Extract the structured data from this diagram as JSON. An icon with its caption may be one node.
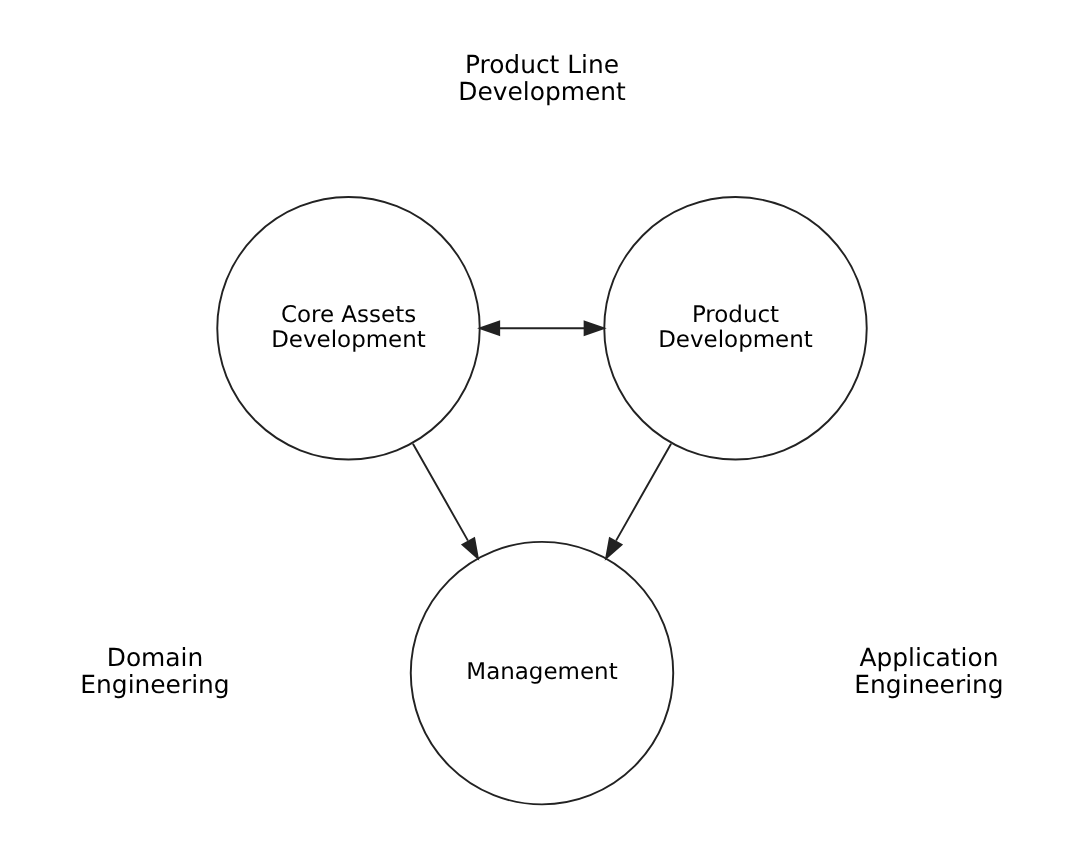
{
  "diagram": {
    "nodes": [
      {
        "text": [
          "Core Assets Development"
        ]
      },
      {
        "text": [
          "Product Development"
        ]
      },
      {
        "text": [
          "Management"
        ]
      }
    ],
    "edges": [
      {
        "from": 0,
        "to": 1,
        "arrow": "both"
      },
      {
        "from": 0,
        "to": 2,
        "arrow": "to"
      },
      {
        "from": 1,
        "to": 2,
        "arrow": "to"
      }
    ],
    "labels": [
      "Product Line Development",
      "Domain Engineering",
      "Application Engineering"
    ]
  }
}
